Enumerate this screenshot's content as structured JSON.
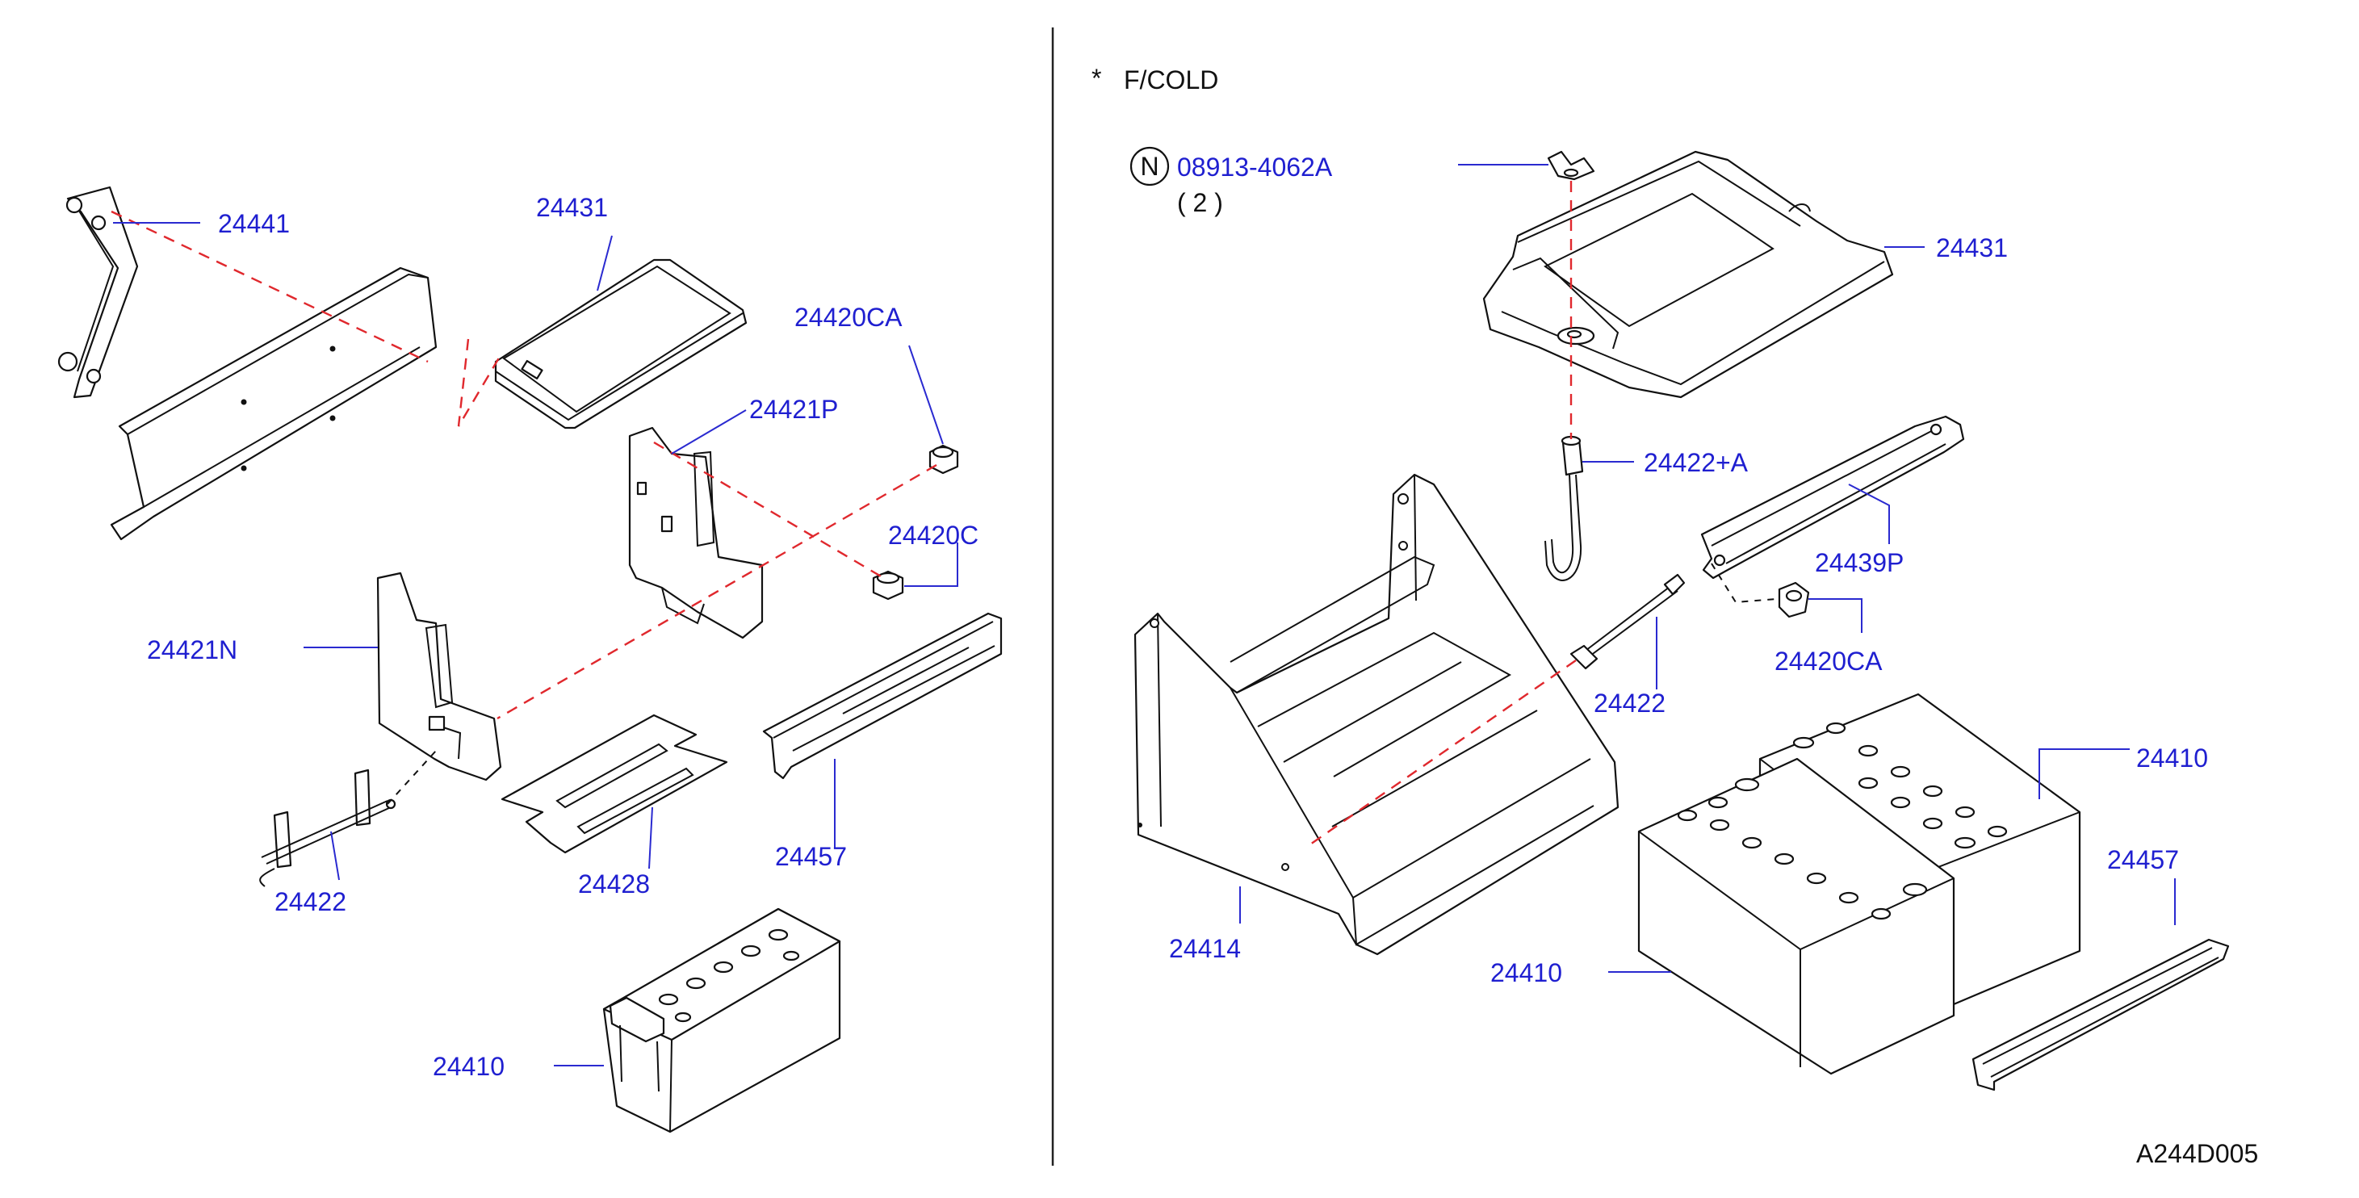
{
  "note": {
    "star": "*",
    "text": "F/COLD"
  },
  "fastener": {
    "symbol": "N",
    "code": "08913-4062A",
    "qty": "( 2 )"
  },
  "left_labels": {
    "p24441": "24441",
    "p24431": "24431",
    "p24420CA": "24420CA",
    "p24421P": "24421P",
    "p24420C": "24420C",
    "p24421N": "24421N",
    "p24422": "24422",
    "p24428": "24428",
    "p24457": "24457",
    "p24410": "24410"
  },
  "right_labels": {
    "p24431": "24431",
    "p24422A": "24422+A",
    "p24439P": "24439P",
    "p24420CA": "24420CA",
    "p24422": "24422",
    "p24410a": "24410",
    "p24410b": "24410",
    "p24457": "24457",
    "p24414": "24414"
  },
  "diagram_id": "A244D005",
  "colors": {
    "label": "#1f1fd0",
    "guide_line": "#e0282d",
    "outline": "#111111"
  }
}
